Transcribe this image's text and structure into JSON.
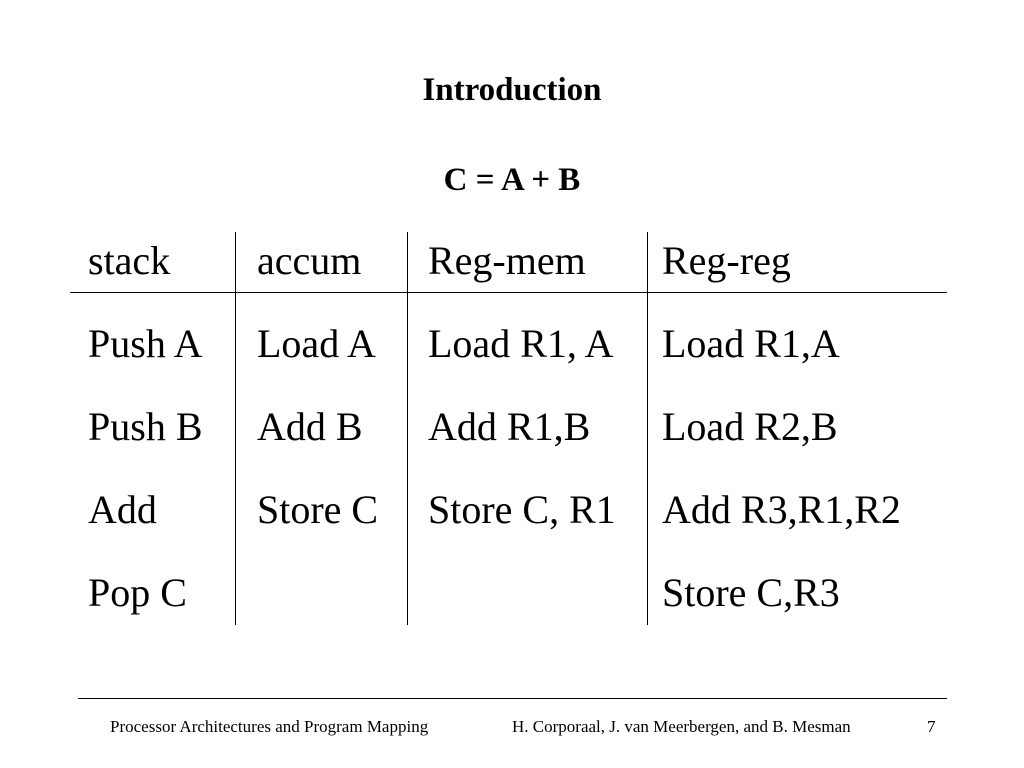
{
  "slide": {
    "title": "Introduction",
    "equation": "C = A + B"
  },
  "table": {
    "headers": [
      "stack",
      "accum",
      "Reg-mem",
      "Reg-reg"
    ],
    "rows": [
      [
        "Push A",
        "Load A",
        "Load R1, A",
        "Load R1,A"
      ],
      [
        "Push B",
        "Add B",
        "Add R1,B",
        "Load R2,B"
      ],
      [
        "Add",
        "Store C",
        "Store C, R1",
        "Add R3,R1,R2"
      ],
      [
        "Pop C",
        "",
        "",
        "Store C,R3"
      ]
    ]
  },
  "footer": {
    "course": "Processor Architectures and Program Mapping",
    "authors": "H. Corporaal,  J. van Meerbergen, and B. Mesman",
    "page_number": "7"
  }
}
